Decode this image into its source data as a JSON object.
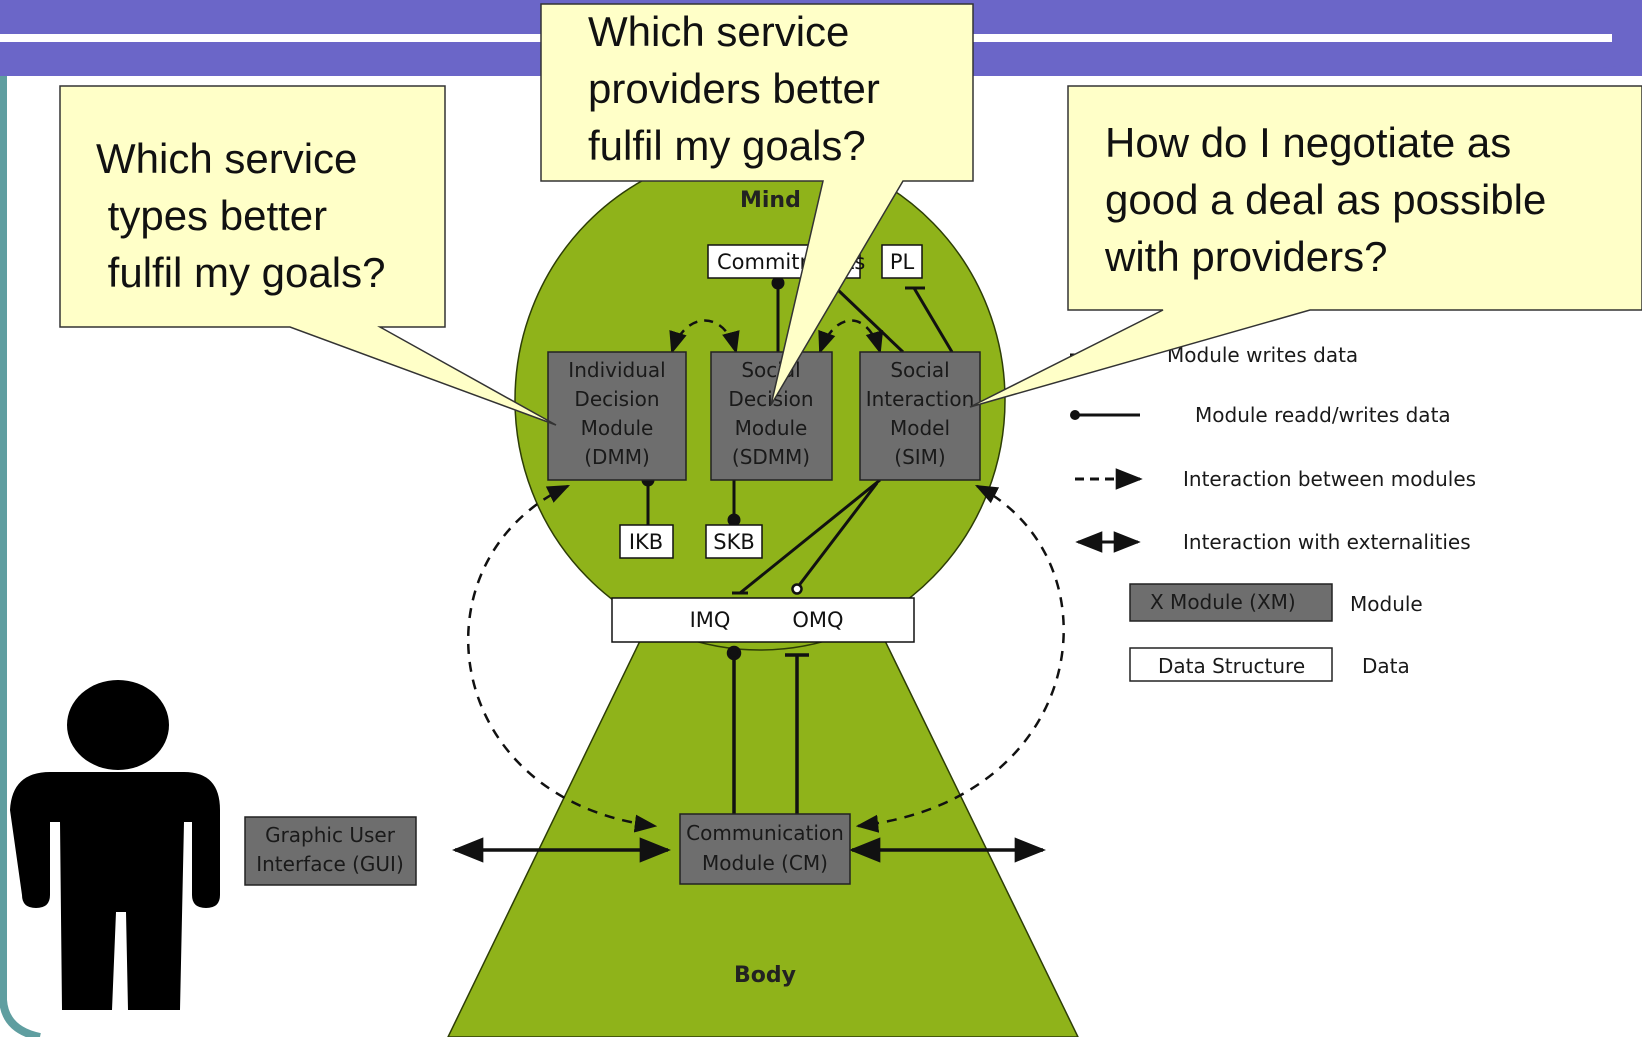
{
  "colors": {
    "header_band": "#6b66c8",
    "mind_body_fill": "#8fb31a",
    "module_fill": "#6e6e6e",
    "callout_fill": "#ffffc8",
    "frame": "#5f9ea0"
  },
  "diagram": {
    "mind_label": "Mind",
    "body_label": "Body",
    "modules": {
      "dmm": [
        "Individual",
        "Decision",
        "Module",
        "(DMM)"
      ],
      "sdmm": [
        "Social",
        "Decision",
        "Module",
        "(SDMM)"
      ],
      "sim": [
        "Social",
        "Interaction",
        "Model",
        "(SIM)"
      ],
      "cm": [
        "Communication",
        "Module (CM)"
      ],
      "gui": [
        "Graphic User",
        "Interface (GUI)"
      ]
    },
    "data_structures": {
      "commitments": "Commitments",
      "pl": "PL",
      "ikb": "IKB",
      "skb": "SKB",
      "imq": "IMQ",
      "omq": "OMQ"
    }
  },
  "legend": {
    "writes": "Module writes data",
    "readwrites": "Module readd/writes data",
    "interaction_modules": "Interaction between modules",
    "interaction_external": "Interaction with externalities",
    "module_sample": "X Module (XM)",
    "module_desc": "Module",
    "data_sample": "Data Structure",
    "data_desc": "Data"
  },
  "callouts": {
    "left": "Which service\n types better\n fulfil my goals?",
    "center": "Which service\nproviders better\nfulfil my goals?",
    "right": "How do I negotiate as\ngood a deal as possible\nwith providers?"
  },
  "icons": {
    "person": "person-silhouette-icon"
  }
}
